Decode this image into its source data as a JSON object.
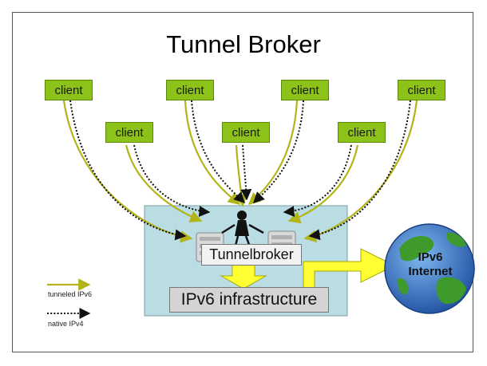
{
  "title": "Tunnel Broker",
  "clients": [
    "client",
    "client",
    "client",
    "client",
    "client",
    "client",
    "client"
  ],
  "tunnelbroker_label": "Tunnelbroker",
  "infrastructure_label": "IPv6 infrastructure",
  "internet_label_line1": "IPv6",
  "internet_label_line2": "Internet",
  "legend": {
    "tunneled": "tunneled IPv6",
    "native": "native IPv4"
  },
  "colors": {
    "client_green": "#8cc21a",
    "tunnel_line": "#b3b31a",
    "native_line": "#111111",
    "infra_bg": "#b9dde3",
    "arrow_yellow": "#ffff33"
  }
}
